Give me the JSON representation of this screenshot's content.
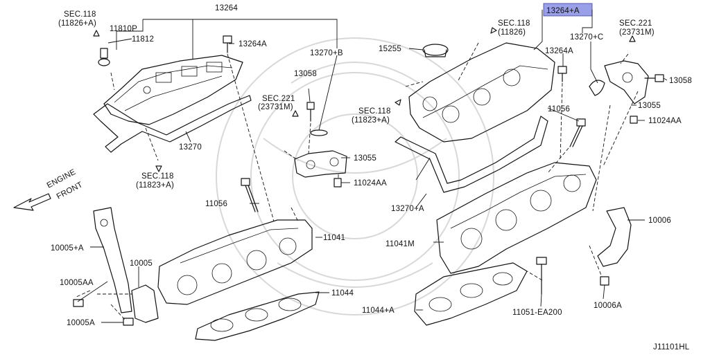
{
  "diagram": {
    "callouts": {
      "sec118_left_top": "SEC.118",
      "sec118_left_top_sub": "(11826+A)",
      "p11810P": "11810P",
      "p11812": "11812",
      "p13264": "13264",
      "p13264A_left": "13264A",
      "p13270B": "13270+B",
      "p13058_left": "13058",
      "sec221_left": "SEC.221",
      "sec221_left_sub": "(23731M)",
      "p13270": "13270",
      "sec118_left_bottom": "SEC.118",
      "sec118_left_bottom_sub": "(11823+A)",
      "p13055_left": "13055",
      "p11024AA_left": "11024AA",
      "engine_front_1": "ENGINE",
      "engine_front_2": "FRONT",
      "p11056_left": "11056",
      "p11041": "11041",
      "p10005A_plus": "10005+A",
      "p10005": "10005",
      "p10005AA": "10005AA",
      "p10005A": "10005A",
      "p11044": "11044",
      "p13264A_plus": "13264+A",
      "sec118_right_top": "SEC.118",
      "sec118_right_top_sub": "(11826)",
      "p13270C": "13270+C",
      "sec221_right": "SEC.221",
      "sec221_right_sub": "(23731M)",
      "p15255": "15255",
      "p13264A_right": "13264A",
      "p13058_right": "13058",
      "sec118_right_mid": "SEC.118",
      "sec118_right_mid_sub": "(11823+A)",
      "p11056_right": "11056",
      "p13055_right": "13055",
      "p11024AA_right": "11024AA",
      "p13270A": "13270+A",
      "p10006": "10006",
      "p11041M": "11041M",
      "p10006A": "10006A",
      "p11044A": "11044+A",
      "p11051EA200": "11051-EA200",
      "diagram_code": "J11101HL"
    },
    "highlighted_part": "13264+A",
    "colors": {
      "line": "#111111",
      "highlight_fill": "#9aa0e8",
      "highlight_stroke": "#3a3f9a",
      "watermark": "#d8d8d8"
    }
  }
}
